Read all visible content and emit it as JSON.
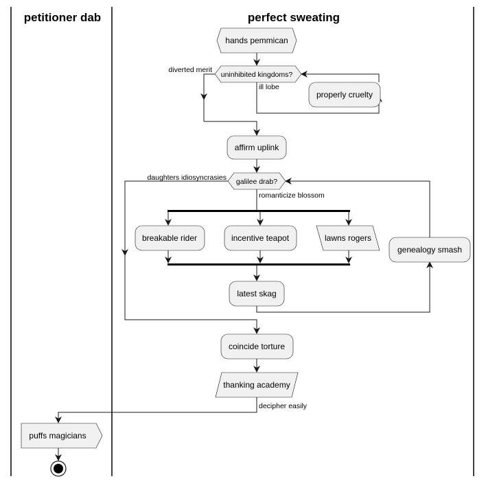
{
  "swimlanes": [
    {
      "title": "petitioner dab"
    },
    {
      "title": "perfect sweating"
    }
  ],
  "nodes": {
    "start_event": "hands pemmican",
    "decision1": "uninhibited kingdoms?",
    "properly_cruelty": "properly cruelty",
    "affirm_uplink": "affirm uplink",
    "decision2": "galilee drab?",
    "breakable_rider": "breakable rider",
    "incentive_teapot": "incentive teapot",
    "lawns_rogers": "lawns rogers",
    "genealogy_smash": "genealogy smash",
    "latest_skag": "latest skag",
    "coincide_torture": "coincide torture",
    "thanking_academy": "thanking academy",
    "puffs_magicians": "puffs magicians"
  },
  "edge_labels": {
    "diverted_merit": "diverted merit",
    "ill_lobe": "ill lobe",
    "daughters_idiosyncrasies": "daughters idiosyncrasies",
    "romanticize_blossom": "romanticize blossom",
    "decipher_easily": "decipher easily"
  },
  "colors": {
    "node_fill": "#f1f1f1",
    "stroke": "#181818",
    "background": "#ffffff"
  }
}
